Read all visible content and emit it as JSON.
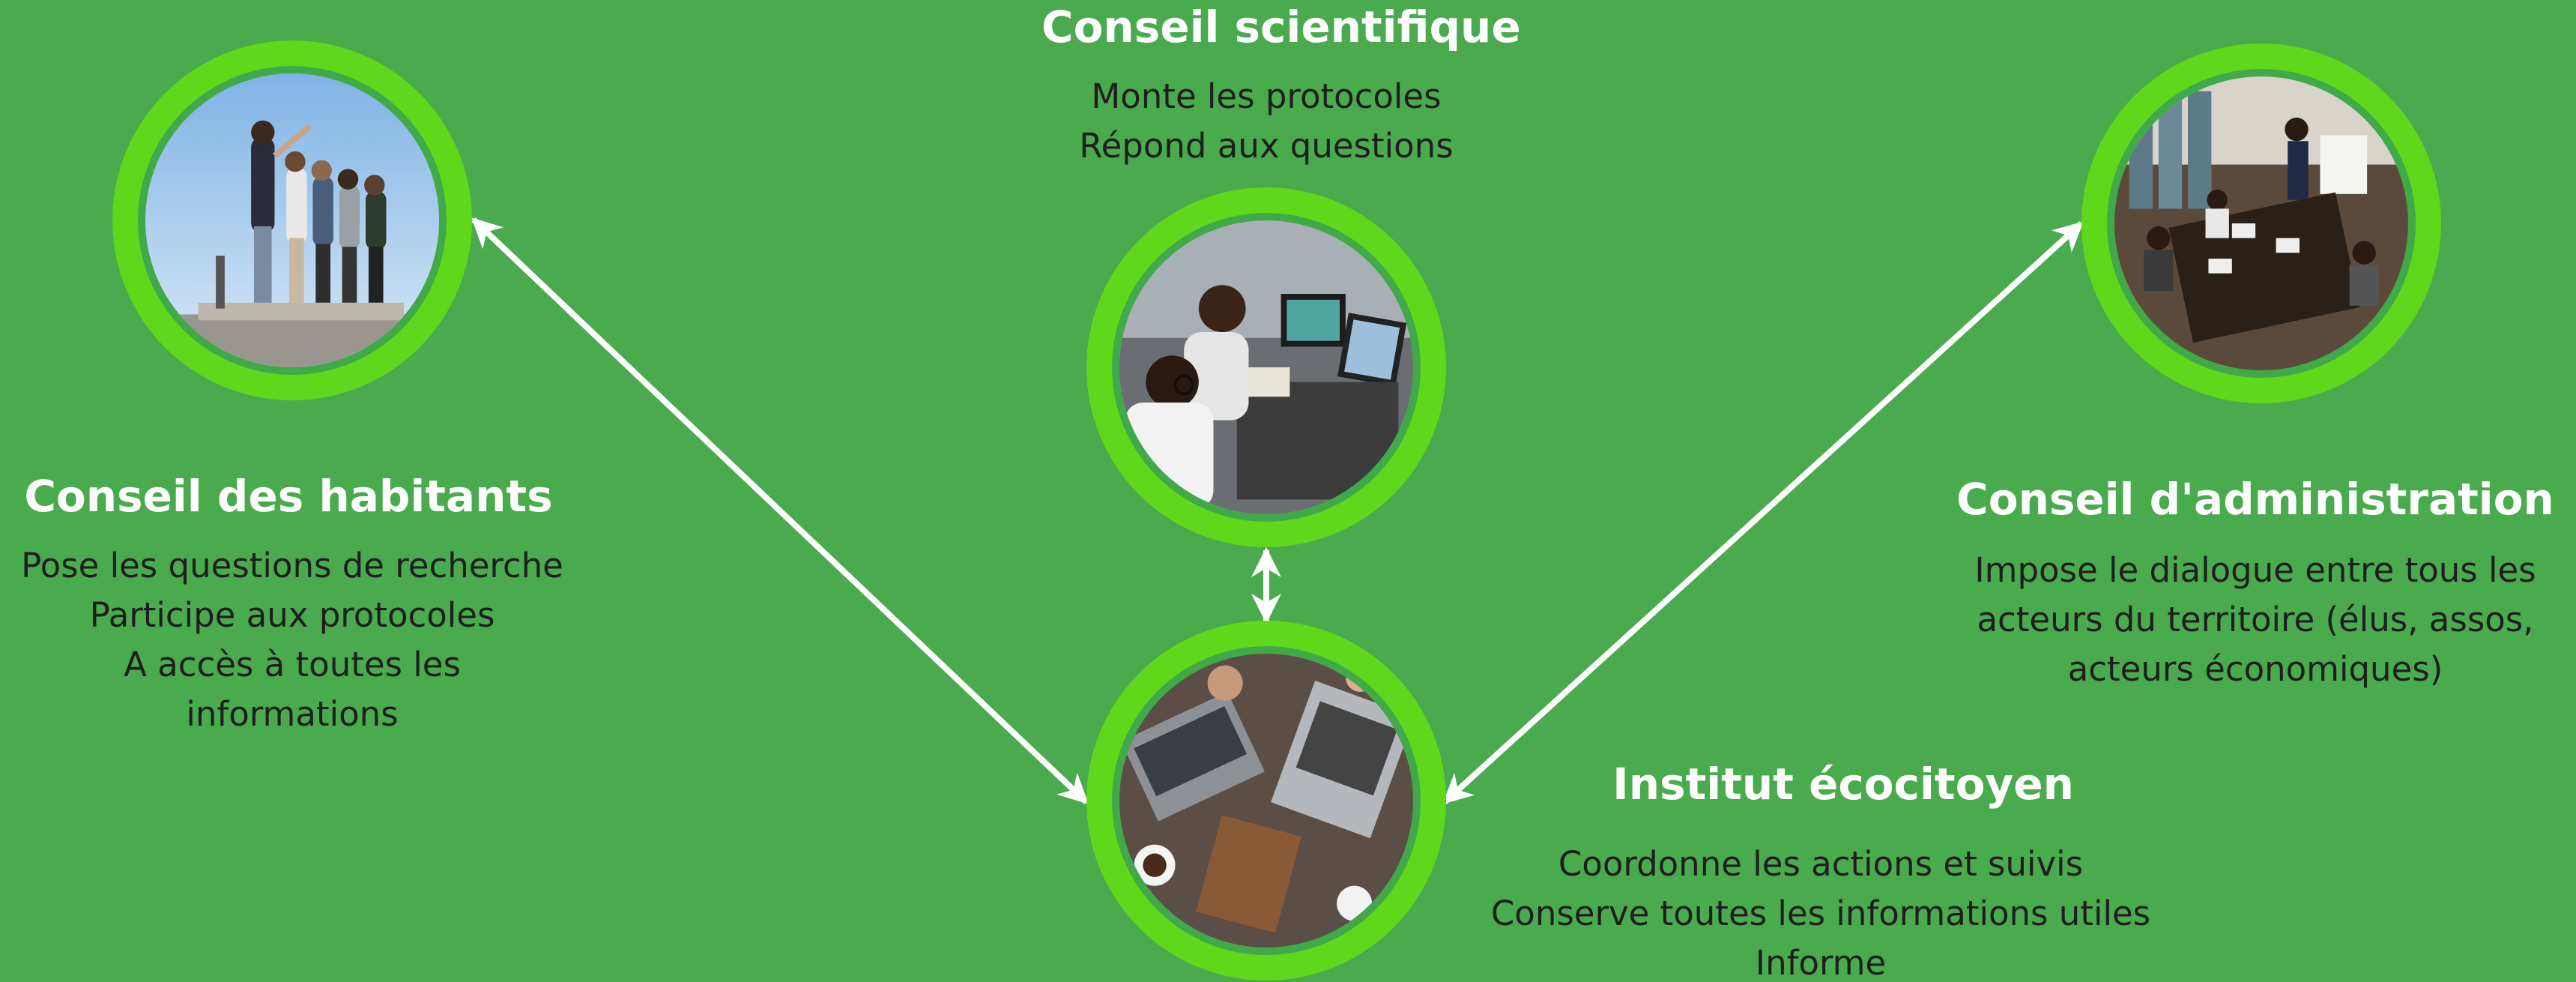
{
  "colors": {
    "background": "#4aaa4e",
    "ring": "#5fd81c",
    "inner_ring": "#41a94a",
    "title_text": "#ffffff",
    "body_text": "#1e1e1e",
    "arrow": "#ffffff"
  },
  "nodes": {
    "habitants": {
      "title": "Conseil des habitants",
      "lines": [
        "Pose les questions de recherche",
        "Participe aux protocoles",
        "A accès à toutes les",
        "informations"
      ],
      "image": "group-on-rooftop-photo"
    },
    "scientifique": {
      "title": "Conseil scientifique",
      "lines": [
        "Monte les protocoles",
        "Répond aux questions"
      ],
      "image": "lab-researchers-photo"
    },
    "administration": {
      "title": "Conseil  d'administration",
      "lines": [
        "Impose le dialogue entre tous les",
        "acteurs du territoire (élus, assos,",
        "acteurs économiques)"
      ],
      "image": "meeting-room-photo"
    },
    "institut": {
      "title": "Institut écocitoyen",
      "lines": [
        "Coordonne les actions et suivis",
        "Conserve toutes les informations utiles",
        "Informe"
      ],
      "image": "laptops-desk-photo"
    }
  },
  "connections": [
    {
      "from": "habitants",
      "to": "institut",
      "direction": "both"
    },
    {
      "from": "scientifique",
      "to": "institut",
      "direction": "both"
    },
    {
      "from": "administration",
      "to": "institut",
      "direction": "both"
    }
  ]
}
